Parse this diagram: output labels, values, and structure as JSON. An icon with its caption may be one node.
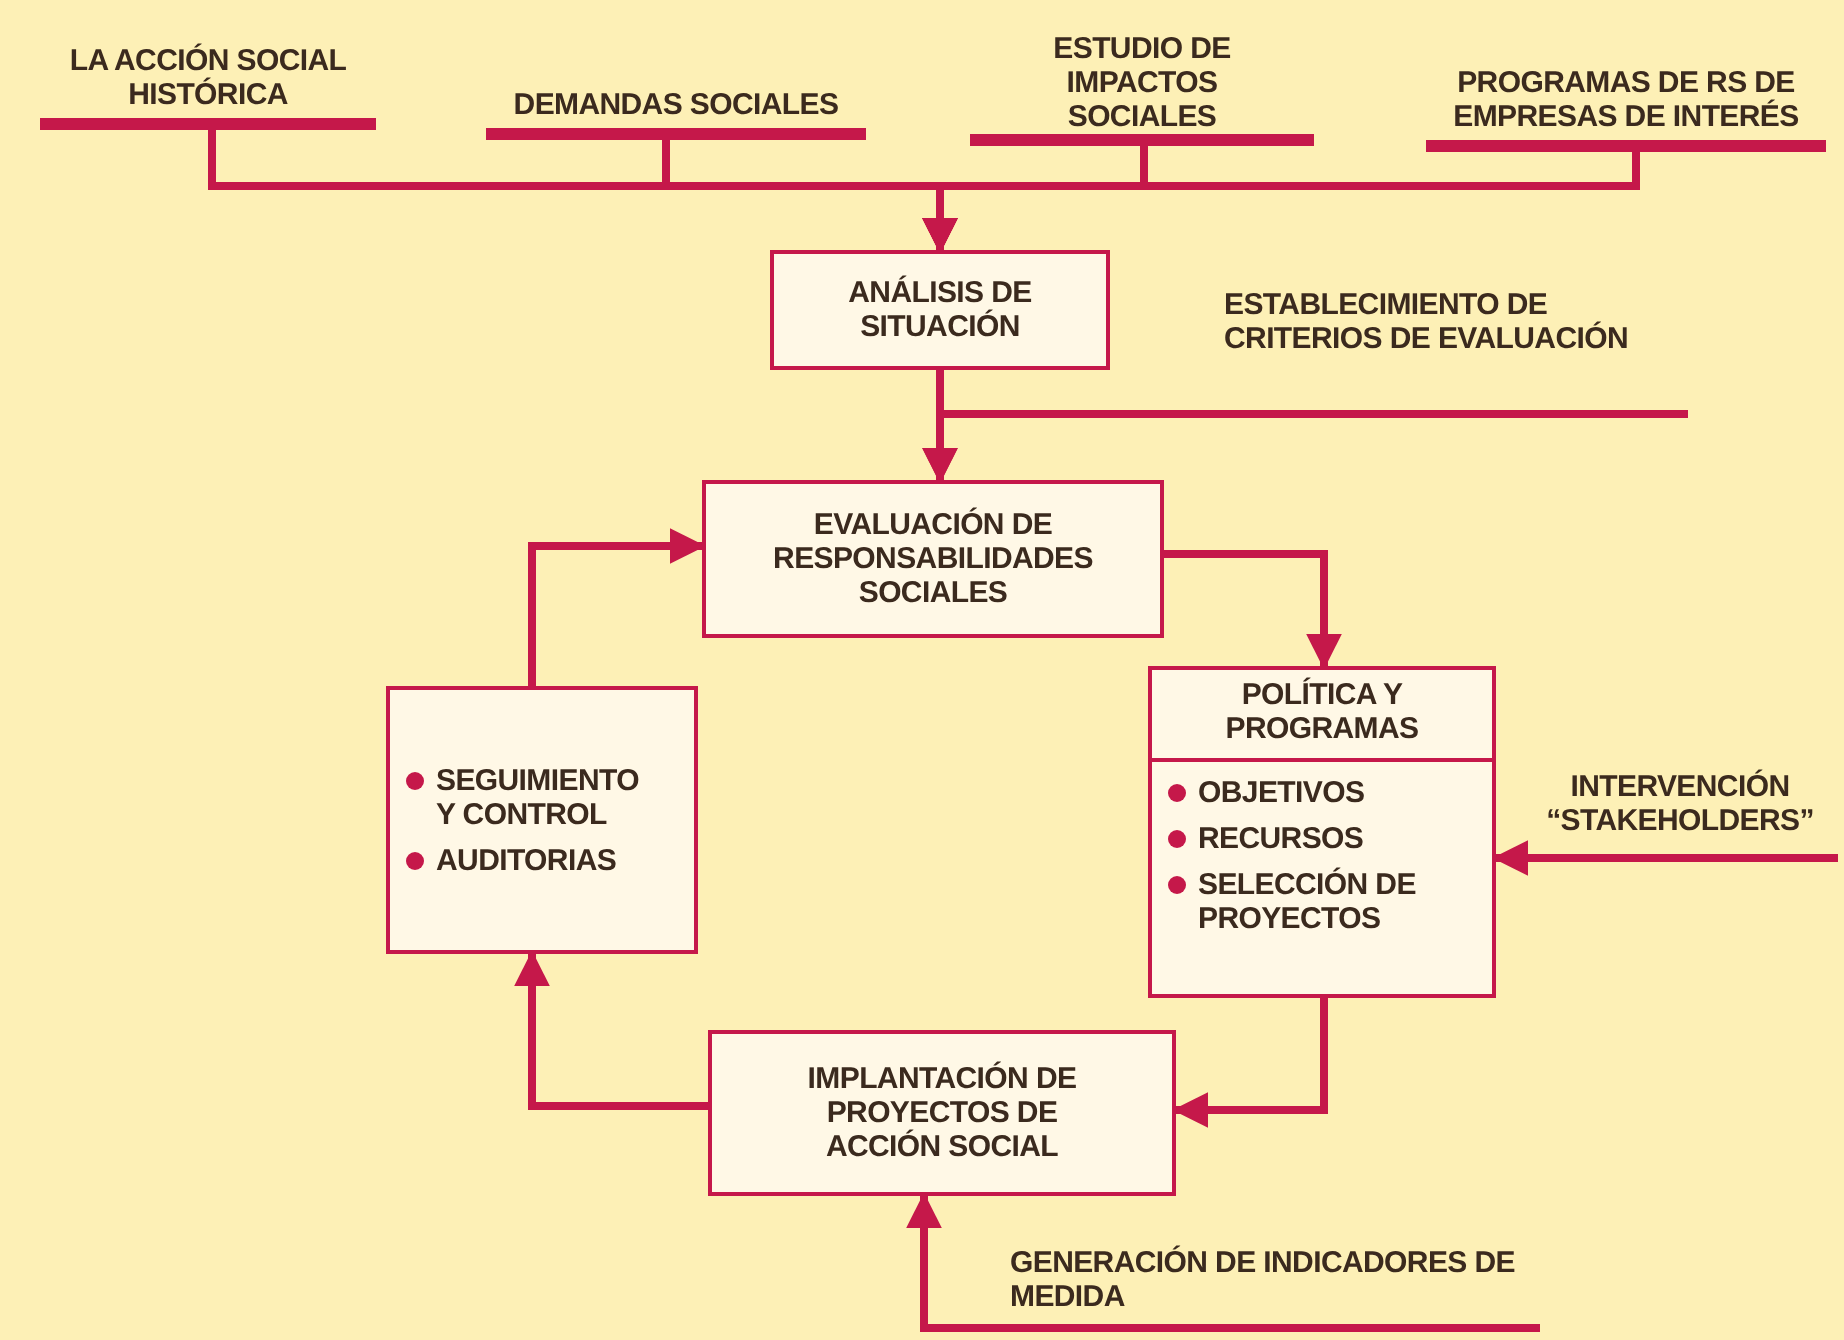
{
  "diagram": {
    "nodes": [
      {
        "text": [
          "LA ACCIÓN SOCIAL HISTÓRICA"
        ]
      },
      {
        "text": [
          "DEMANDAS SOCIALES"
        ]
      },
      {
        "text": [
          "ESTUDIO DE IMPACTOS SOCIALES"
        ]
      },
      {
        "text": [
          "PROGRAMAS DE RS DE EMPRESAS DE INTERÉS"
        ]
      },
      {
        "text": [
          "ANÁLISIS DE SITUACIÓN"
        ]
      },
      {
        "text": [
          "ESTABLECIMIENTO DE CRITERIOS DE EVALUACIÓN"
        ]
      },
      {
        "text": [
          "EVALUACIÓN DE RESPONSABILIDADES SOCIALES"
        ]
      },
      {
        "text": [
          "POLÍTICA Y PROGRAMAS",
          "OBJETIVOS",
          "RECURSOS",
          "SELECCIÓN DE PROYECTOS"
        ]
      },
      {
        "text": [
          "INTERVENCIÓN “STAKEHOLDERS”"
        ]
      },
      {
        "text": [
          "IMPLANTACIÓN DE PROYECTOS DE ACCIÓN SOCIAL"
        ]
      },
      {
        "text": [
          "GENERACIÓN DE INDICADORES DE MEDIDA"
        ]
      },
      {
        "text": [
          "SEGUIMIENTO Y CONTROL",
          "AUDITORIAS"
        ]
      }
    ],
    "edges": [
      {
        "from": 0,
        "to": 4,
        "arrow": "to"
      },
      {
        "from": 1,
        "to": 4,
        "arrow": "to"
      },
      {
        "from": 2,
        "to": 4,
        "arrow": "to"
      },
      {
        "from": 3,
        "to": 4,
        "arrow": "to"
      },
      {
        "from": 4,
        "to": 6,
        "arrow": "to"
      },
      {
        "from": 5,
        "to": 6,
        "arrow": "to"
      },
      {
        "from": 6,
        "to": 7,
        "arrow": "to"
      },
      {
        "from": 8,
        "to": 7,
        "arrow": "to"
      },
      {
        "from": 7,
        "to": 9,
        "arrow": "to"
      },
      {
        "from": 10,
        "to": 9,
        "arrow": "to"
      },
      {
        "from": 9,
        "to": 11,
        "arrow": "to"
      },
      {
        "from": 11,
        "to": 6,
        "arrow": "to"
      }
    ]
  }
}
